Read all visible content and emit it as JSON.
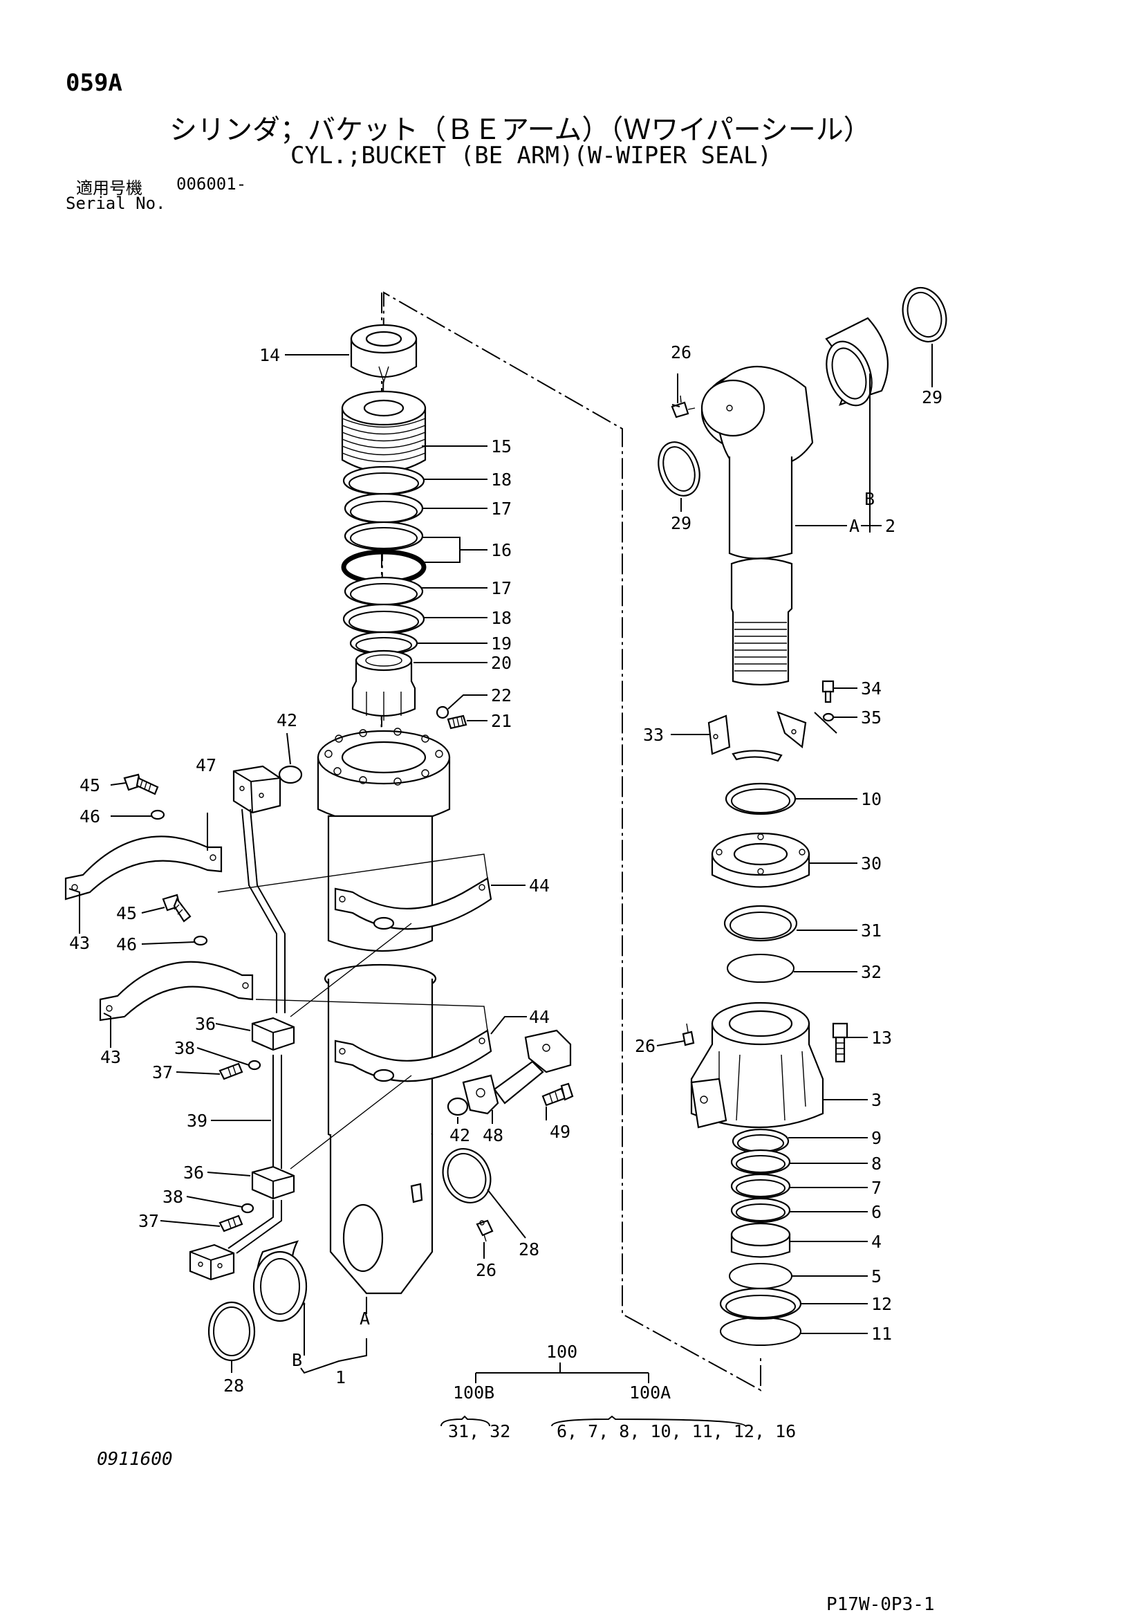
{
  "header": {
    "page_code": "059A",
    "title_ja": "シリンダ；バケット（ＢＥアーム）（Ｗワイパーシール）",
    "title_en": "CYL.;BUCKET (BE ARM)(W-WIPER SEAL)",
    "serial_label_ja": "適用号機",
    "serial_value": "006001-",
    "serial_label_en": "Serial No."
  },
  "footer": {
    "drawing_no": "0911600",
    "sheet_code": "P17W-0P3-1"
  },
  "callouts": {
    "c14": "14",
    "c15": "15",
    "c18a": "18",
    "c17a": "17",
    "c16": "16",
    "c17b": "17",
    "c18b": "18",
    "c19": "19",
    "c20": "20",
    "c22": "22",
    "c21": "21",
    "c42a": "42",
    "c47": "47",
    "c45a": "45",
    "c46a": "46",
    "c44a": "44",
    "c43a": "43",
    "c45b": "45",
    "c46b": "46",
    "c43b": "43",
    "c44b": "44",
    "c36a": "36",
    "c38a": "38",
    "c37a": "37",
    "c39": "39",
    "c42b": "42",
    "c48": "48",
    "c49": "49",
    "c36b": "36",
    "c38b": "38",
    "c37b": "37",
    "c26b": "26",
    "c28a": "28",
    "c28b": "28",
    "cA1": "A",
    "cB1": "B",
    "c1": "1",
    "c26a": "26",
    "c29a": "29",
    "c29b": "29",
    "cB2": "B",
    "cA2": "A",
    "c2": "2",
    "c34": "34",
    "c35": "35",
    "c33": "33",
    "c10": "10",
    "c30": "30",
    "c31": "31",
    "c32": "32",
    "c26c": "26",
    "c13": "13",
    "c3": "3",
    "c9": "9",
    "c8": "8",
    "c7": "7",
    "c6": "6",
    "c4": "4",
    "c5": "5",
    "c12": "12",
    "c11": "11"
  },
  "kits": {
    "kit": "100",
    "kit_b": "100B",
    "kit_a": "100A",
    "kit_b_parts": "31, 32",
    "kit_a_parts": "6, 7, 8, 10, 11, 12, 16"
  }
}
